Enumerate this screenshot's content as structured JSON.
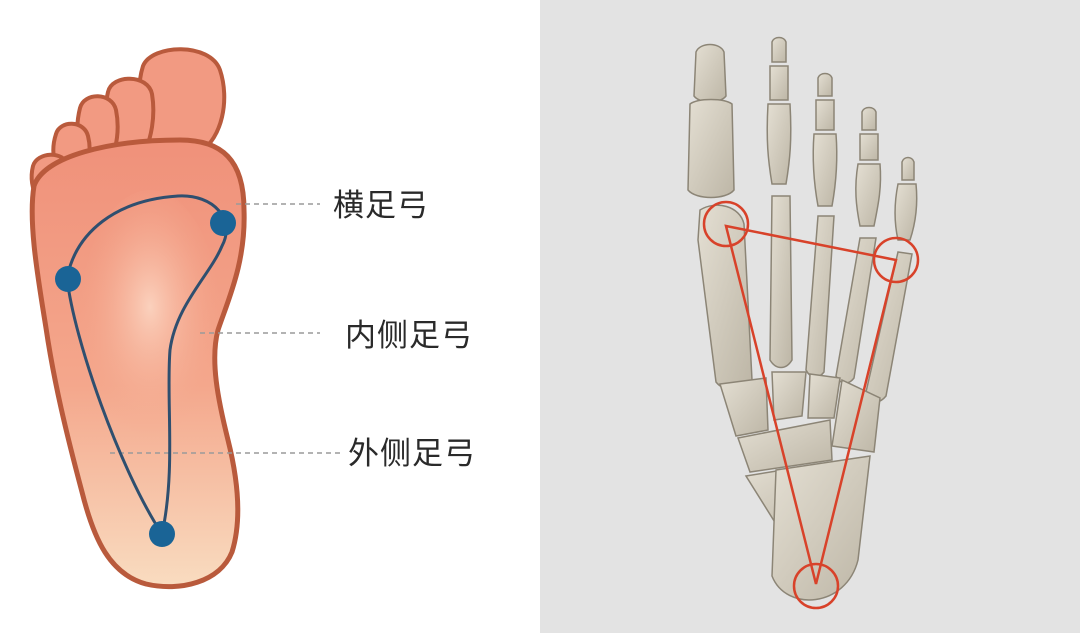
{
  "labels": {
    "transverse_arch": "横足弓",
    "medial_arch": "内侧足弓",
    "lateral_arch": "外侧足弓"
  },
  "colors": {
    "sole_outline": "#b95a3c",
    "sole_fill": "#f2a48a",
    "arch_curve": "#2f4f6f",
    "arch_point": "#1a6496",
    "bone": "#d6d0c2",
    "triangle": "#d8422a",
    "right_background": "#e3e3e3"
  }
}
